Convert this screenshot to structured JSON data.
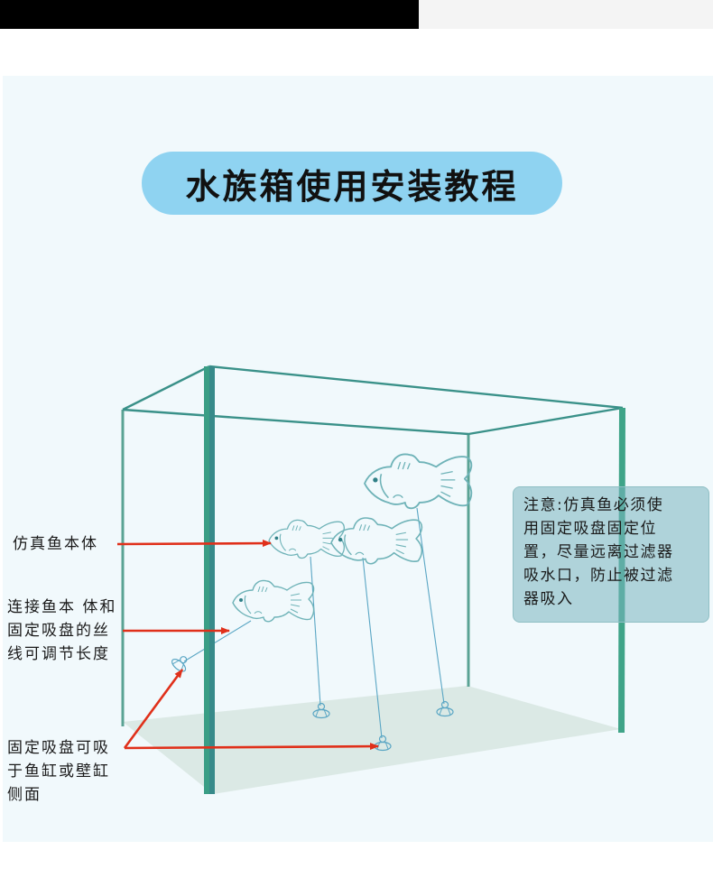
{
  "header": {
    "title": "水族箱使用安装教程"
  },
  "labels": {
    "fish_body": "仿真鱼本体",
    "line": [
      "连接鱼本 体和",
      "固定吸盘的丝",
      "线可调节长度"
    ],
    "suction": [
      "固定吸盘可吸",
      "于鱼缸或壁缸",
      "侧面"
    ]
  },
  "note": {
    "lines": [
      "注意:仿真鱼必须使",
      "用固定吸盘固定位",
      "置，尽量远离过滤器",
      "吸水口，防止被过滤",
      "器吸入"
    ]
  },
  "colors": {
    "panel_bg": "#f1f9fc",
    "title_pill": "#8fd3f1",
    "tank_frame": "#3a9c86",
    "floor": "#dbe9e5",
    "fish_outline": "#6fb3b8",
    "string": "#5aa6c4",
    "arrow": "#e0301a",
    "note_bg": "#a9cfd4"
  },
  "icons": [
    "fish-icon",
    "suction-cup-icon",
    "arrow-icon"
  ]
}
